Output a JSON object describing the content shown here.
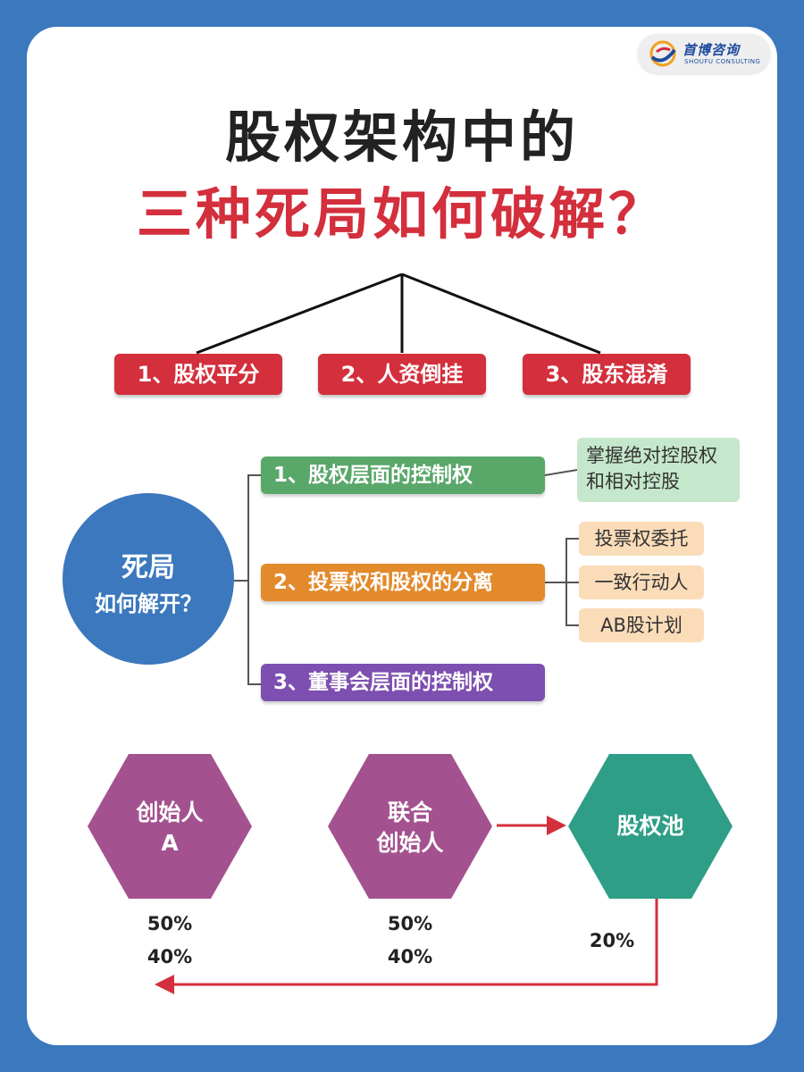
{
  "logo": {
    "name_cn": "首博咨询",
    "name_en": "SHOUFU CONSULTING"
  },
  "title": {
    "line1": "股权架构中的",
    "line2": "三种死局如何破解？"
  },
  "deadlocks": [
    "1、股权平分",
    "2、人资倒挂",
    "3、股东混淆"
  ],
  "center": {
    "line1": "死局",
    "line2": "如何解开？"
  },
  "solutions": [
    {
      "label": "1、股权层面的控制权",
      "color": "#5aa76a",
      "details": [
        "掌握绝对控股权",
        "和相对控股"
      ]
    },
    {
      "label": "2、投票权和股权的分离",
      "color": "#e38a2c",
      "details": [
        "投票权委托",
        "一致行动人",
        "AB股计划"
      ]
    },
    {
      "label": "3、董事会层面的控制权",
      "color": "#7d4fb0",
      "details": []
    }
  ],
  "hexagons": [
    {
      "lines": [
        "创始人",
        "A"
      ],
      "color": "#a4528f",
      "percents": [
        "50%",
        "40%"
      ]
    },
    {
      "lines": [
        "联合",
        "创始人"
      ],
      "color": "#a4528f",
      "percents": [
        "50%",
        "40%"
      ]
    },
    {
      "lines": [
        "股权池"
      ],
      "color": "#2f9e86",
      "percents": [
        "20%"
      ]
    }
  ],
  "colors": {
    "background": "#3b78bd",
    "red": "#d32f3c",
    "text": "#222222"
  }
}
